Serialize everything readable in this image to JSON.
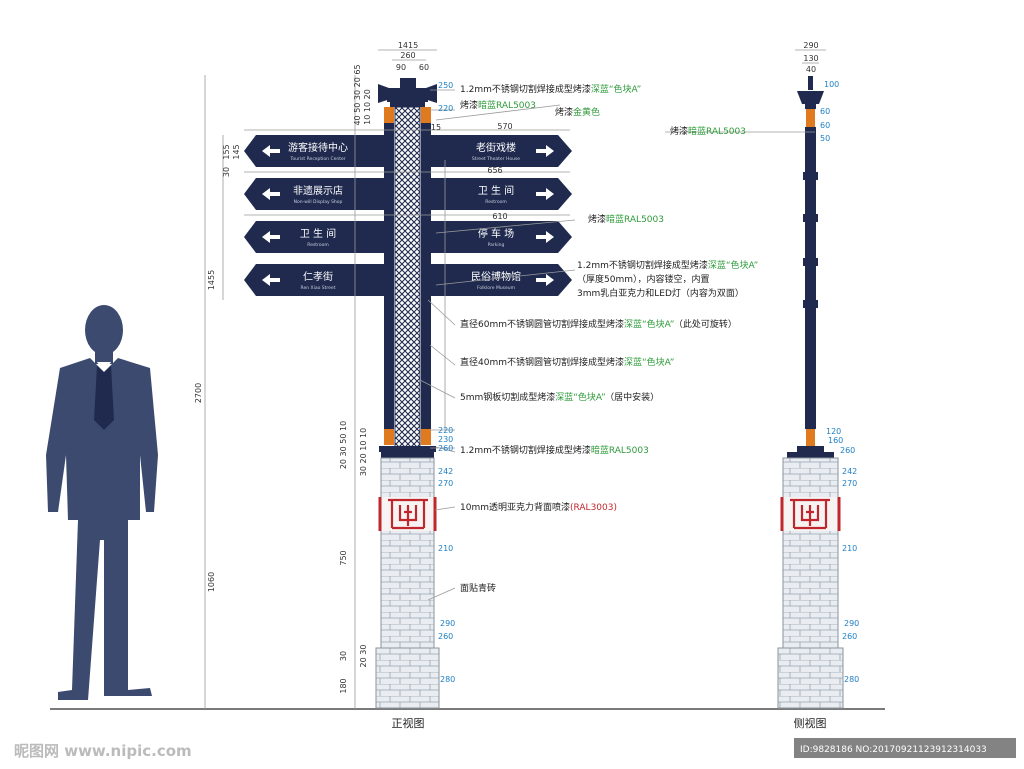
{
  "colors": {
    "navy": "#1f2a4e",
    "orange": "#e07a1f",
    "green": "#2e9b3a",
    "blue_dim": "#1e7fc4",
    "red": "#c0272d",
    "figure": "#3b4a6e",
    "brick": "#e9edf2",
    "line": "#555555"
  },
  "views": {
    "front_label": "正视图",
    "side_label": "侧视图"
  },
  "signs_left": [
    {
      "cn": "游客接待中心",
      "en": "Tourist Reception Center"
    },
    {
      "cn": "非遗展示店",
      "en": "Non-will Display Shop"
    },
    {
      "cn": "卫 生 间",
      "en": "Restroom"
    },
    {
      "cn": "仁孝街",
      "en": "Ren Xiao Street"
    }
  ],
  "signs_right": [
    {
      "cn": "老街戏楼",
      "en": "Street Theater House"
    },
    {
      "cn": "卫 生 间",
      "en": "Restroom"
    },
    {
      "cn": "停 车 场",
      "en": "Parking"
    },
    {
      "cn": "民俗博物馆",
      "en": "Folklore Museum"
    }
  ],
  "top_dims": {
    "a": "1415",
    "b": "260",
    "c": "90",
    "d": "60"
  },
  "top_dims_side": {
    "a": "290",
    "b": "130",
    "c": "40"
  },
  "left_dims": [
    "155",
    "145",
    "30",
    "1455",
    "2700",
    "1060"
  ],
  "left_vert_dims": [
    "40 50 30 20 65",
    "10 10 20",
    "15",
    "20 30 50 10",
    "30 20 10 10",
    "750",
    "20 30",
    "30",
    "180"
  ],
  "middle_dims": [
    "570",
    "656",
    "610"
  ],
  "front_right_dims": [
    "250",
    "220",
    "220",
    "230",
    "260",
    "242",
    "270",
    "210",
    "290",
    "260",
    "280"
  ],
  "side_right_dims": [
    "100",
    "60",
    "60",
    "50",
    "120",
    "160",
    "260",
    "242",
    "270",
    "210",
    "290",
    "260",
    "280"
  ],
  "notes": [
    {
      "pre": "1.2mm不锈钢切割焊接成型烤漆",
      "hl": "深蓝“色块A”",
      "post": ""
    },
    {
      "pre": "烤漆",
      "hl": "暗蓝RAL5003",
      "post": ""
    },
    {
      "pre": "烤漆",
      "hl": "金黄色",
      "post": ""
    },
    {
      "pre": "烤漆",
      "hl": "暗蓝RAL5003",
      "post": ""
    },
    {
      "pre": "烤漆",
      "hl": "暗蓝RAL5003",
      "post": ""
    },
    {
      "pre": "1.2mm不锈钢切割焊接成型烤漆",
      "hl": "深蓝“色块A”",
      "post": ""
    },
    {
      "pre": "（厚度50mm），内容镂空，内置",
      "hl": "",
      "post": ""
    },
    {
      "pre": "3mm乳白亚克力和LED灯（内容为双面）",
      "hl": "",
      "post": ""
    },
    {
      "pre": "直径60mm不锈钢圆管切割焊接成型烤漆",
      "hl": "深蓝“色块A”",
      "post": "（此处可旋转）"
    },
    {
      "pre": "直径40mm不锈钢圆管切割焊接成型烤漆",
      "hl": "深蓝“色块A”",
      "post": ""
    },
    {
      "pre": "5mm钢板切割成型烤漆",
      "hl": "深蓝“色块A”",
      "post": "（居中安装）"
    },
    {
      "pre": "1.2mm不锈钢切割焊接成型烤漆",
      "hl": "暗蓝RAL5003",
      "post": ""
    },
    {
      "pre": "10mm透明亚克力背面喷漆",
      "hl": "(RAL3003)",
      "post": ""
    },
    {
      "pre": "面贴青砖",
      "hl": "",
      "post": ""
    }
  ],
  "watermark": {
    "logo": "昵图网 www.nipic.com",
    "id": "ID:9828186 NO:20170921123912314033"
  }
}
